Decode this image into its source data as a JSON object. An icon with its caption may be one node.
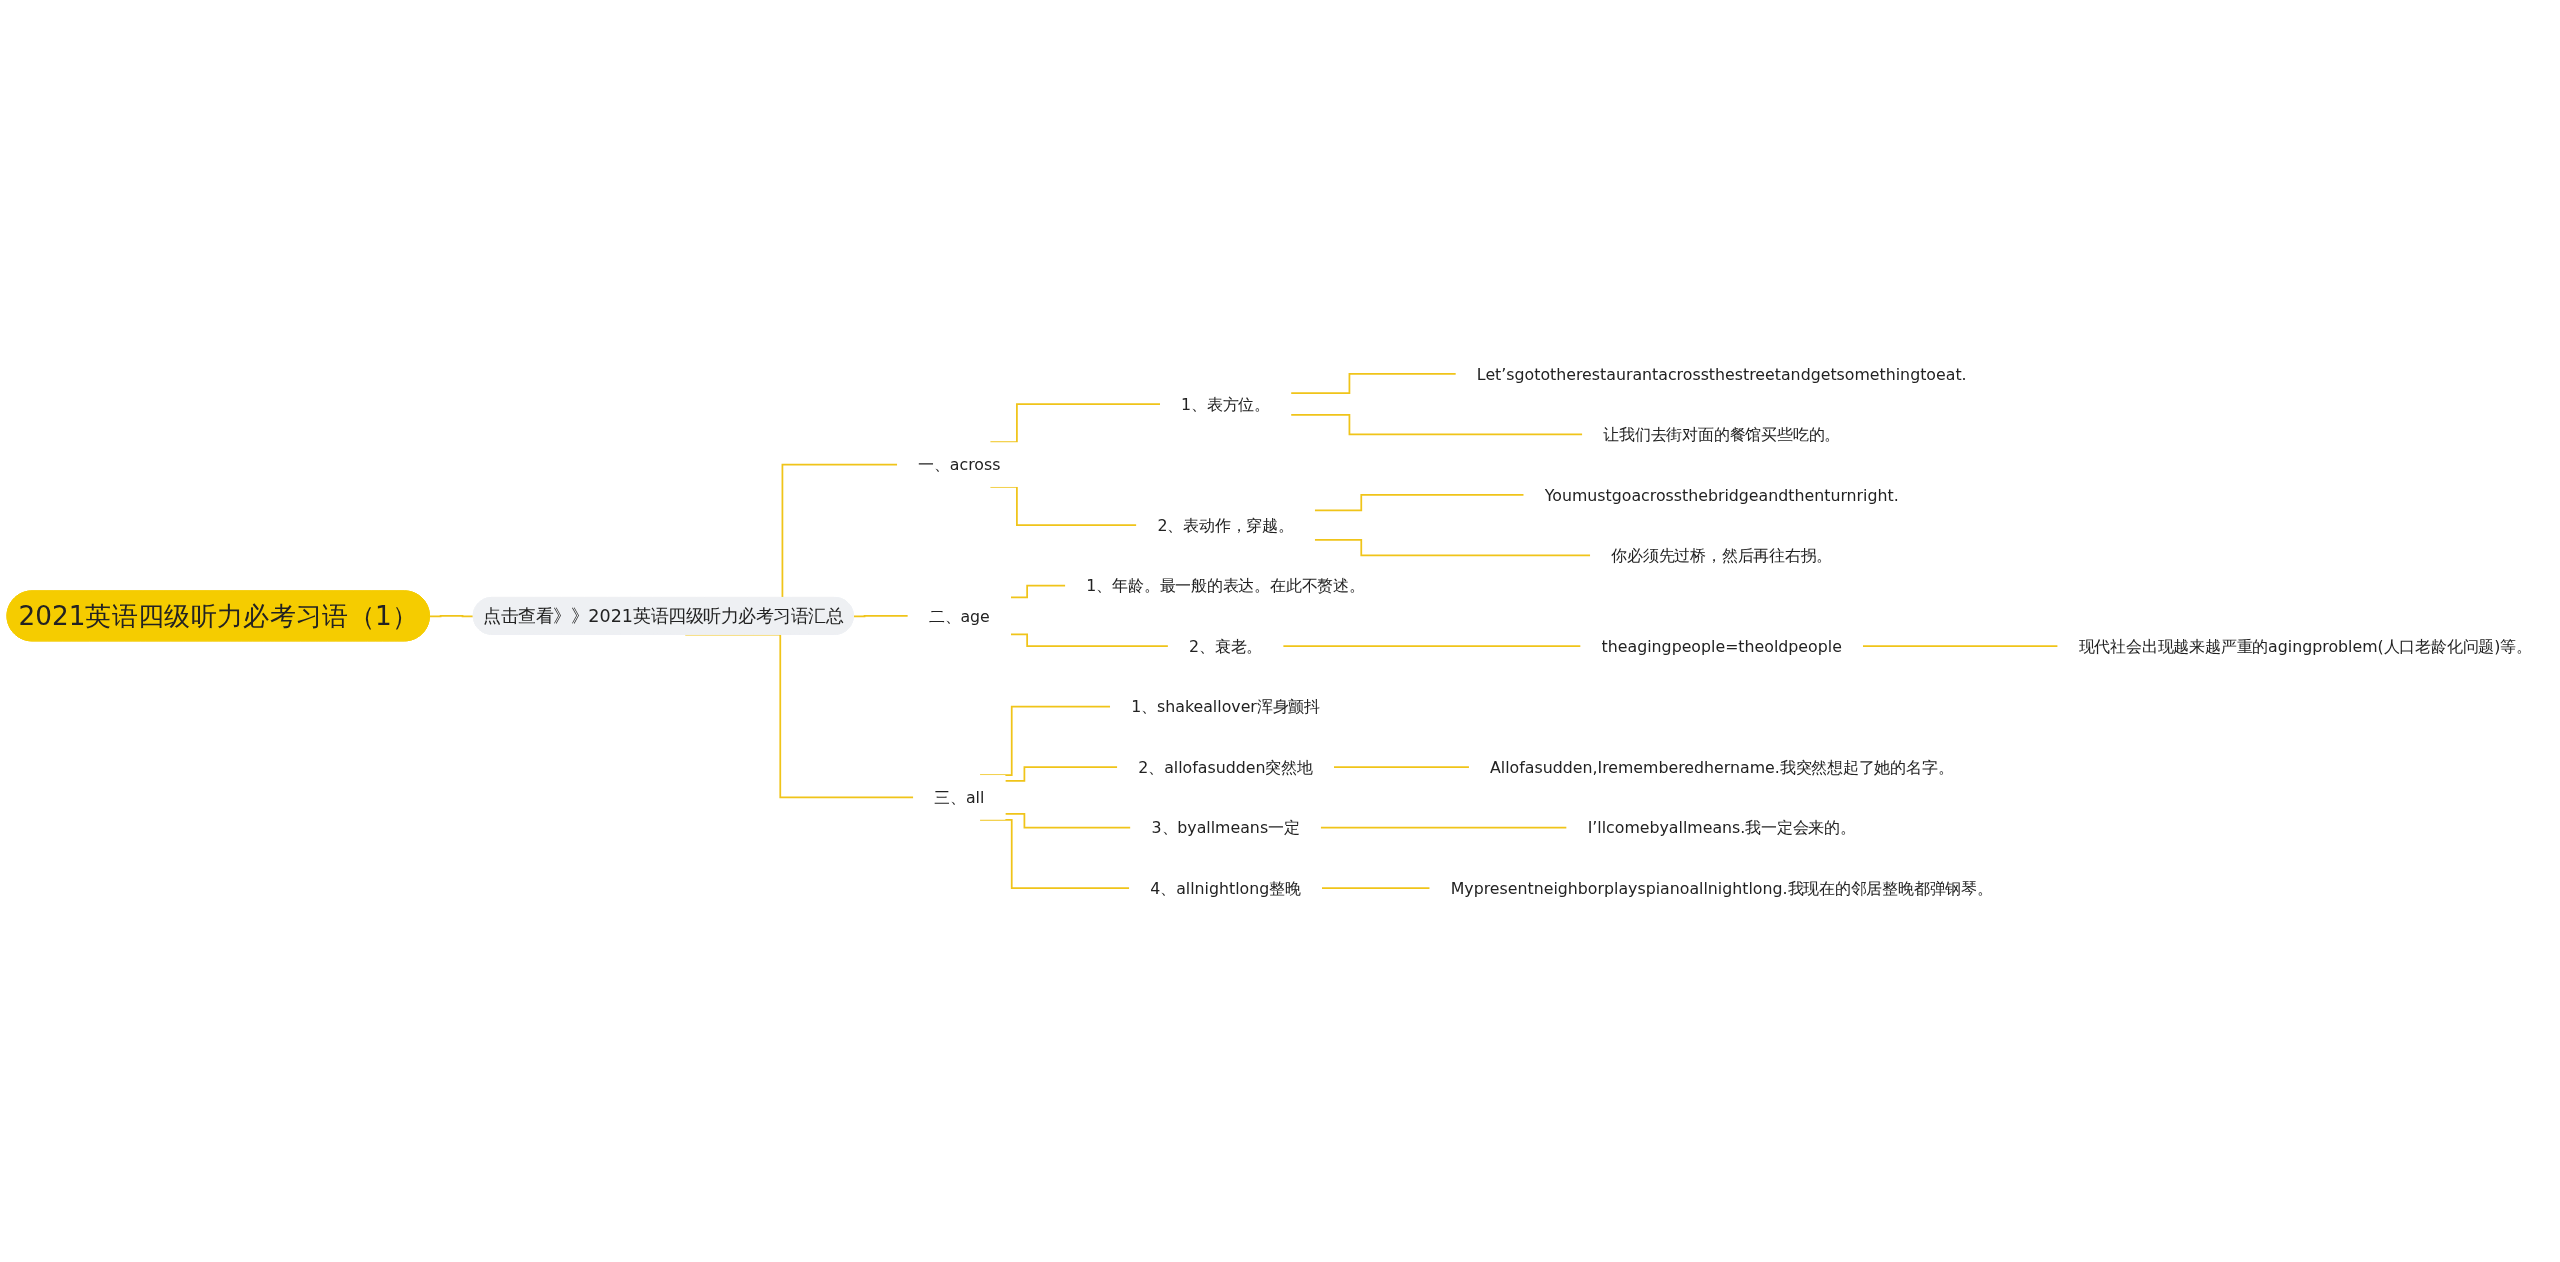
{
  "diagram": {
    "nodes": [
      {
        "text": [
          "2021英语四级听力必考习语（1）"
        ]
      },
      {
        "text": [
          "点击查看》》2021英语四级听力必考习语汇总"
        ]
      },
      {
        "text": [
          "一、across"
        ]
      },
      {
        "text": [
          "1、表方位。"
        ]
      },
      {
        "text": [
          "Let’sgototherestaurantacrossthestreetandgetsomethingtoeat."
        ]
      },
      {
        "text": [
          "让我们去街对面的餐馆买些吃的。"
        ]
      },
      {
        "text": [
          "2、表动作，穿越。"
        ]
      },
      {
        "text": [
          "Youmustgoacrossthebridgeandthenturnright."
        ]
      },
      {
        "text": [
          "你必须先过桥，然后再往右拐。"
        ]
      },
      {
        "text": [
          "二、age"
        ]
      },
      {
        "text": [
          "1、年龄。最一般的表达。在此不赘述。"
        ]
      },
      {
        "text": [
          "2、衰老。"
        ]
      },
      {
        "text": [
          "theagingpeople=theoldpeople"
        ]
      },
      {
        "text": [
          "现代社会出现越来越严重的agingproblem(人口老龄化问题)等。"
        ]
      },
      {
        "text": [
          "三、all"
        ]
      },
      {
        "text": [
          "1、shakeallover浑身颤抖"
        ]
      },
      {
        "text": [
          "2、allofasudden突然地"
        ]
      },
      {
        "text": [
          "Allofasudden,Irememberedhername.我突然想起了她的名字。"
        ]
      },
      {
        "text": [
          "3、byallmeans一定"
        ]
      },
      {
        "text": [
          "I’llcomebyallmeans.我一定会来的。"
        ]
      },
      {
        "text": [
          "4、allnightlong整晚"
        ]
      },
      {
        "text": [
          "Mypresentneighborplayspianoallnightlong.我现在的邻居整晚都弹钢琴。"
        ]
      }
    ],
    "edges": [
      {
        "from": 0,
        "to": 1,
        "arrow": "none"
      },
      {
        "from": 1,
        "to": 2,
        "arrow": "none"
      },
      {
        "from": 2,
        "to": 3,
        "arrow": "none"
      },
      {
        "from": 3,
        "to": 4,
        "arrow": "none"
      },
      {
        "from": 3,
        "to": 5,
        "arrow": "none"
      },
      {
        "from": 2,
        "to": 6,
        "arrow": "none"
      },
      {
        "from": 6,
        "to": 7,
        "arrow": "none"
      },
      {
        "from": 6,
        "to": 8,
        "arrow": "none"
      },
      {
        "from": 1,
        "to": 9,
        "arrow": "none"
      },
      {
        "from": 9,
        "to": 10,
        "arrow": "none"
      },
      {
        "from": 9,
        "to": 11,
        "arrow": "none"
      },
      {
        "from": 11,
        "to": 12,
        "arrow": "none"
      },
      {
        "from": 12,
        "to": 13,
        "arrow": "none"
      },
      {
        "from": 1,
        "to": 14,
        "arrow": "none"
      },
      {
        "from": 14,
        "to": 15,
        "arrow": "none"
      },
      {
        "from": 14,
        "to": 16,
        "arrow": "none"
      },
      {
        "from": 16,
        "to": 17,
        "arrow": "none"
      },
      {
        "from": 14,
        "to": 18,
        "arrow": "none"
      },
      {
        "from": 18,
        "to": 19,
        "arrow": "none"
      },
      {
        "from": 14,
        "to": 20,
        "arrow": "none"
      },
      {
        "from": 20,
        "to": 21,
        "arrow": "none"
      }
    ]
  }
}
